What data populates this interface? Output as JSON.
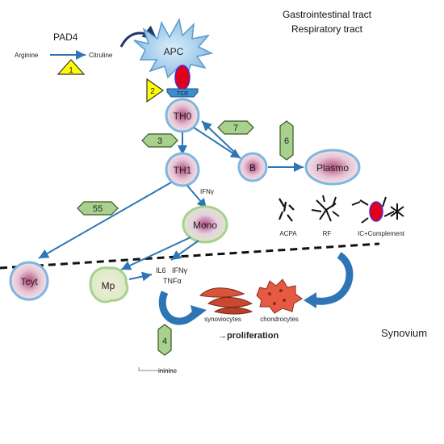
{
  "header": {
    "site_line1": "Gastrointestinal tract",
    "site_line2": "Respiratory tract"
  },
  "enzyme": {
    "name": "PAD4",
    "substrate": "Arginine",
    "product": "Citruline"
  },
  "cells": {
    "apc": "APC",
    "tcr": "TCR",
    "th0": "TH0",
    "th1": "TH1",
    "b": "B",
    "plasmo": "Plasmo",
    "mono": "Mono",
    "tcyt": "Tcyt",
    "mp": "Mp"
  },
  "steps": {
    "s1": "1",
    "s2": "2",
    "s3": "3",
    "s4": "4",
    "s5": "55",
    "s6": "6",
    "s7": "7"
  },
  "cytokines": {
    "ifng_th1": "IFNγ",
    "il6": "IL6",
    "ifng_mp": "IFNγ",
    "tnfa": "TNFα"
  },
  "antibodies": {
    "acpa": "ACPA",
    "rf": "RF",
    "ic": "IC+Complement"
  },
  "synovium": {
    "label": "Synovium",
    "synoviocytes": "synoviocytes",
    "chondrocytes": "chondrocytes",
    "proliferation": "→proliferation"
  },
  "footnote": "ininine",
  "colors": {
    "arrow": "#2e75b6",
    "hex_step": "#a9d18e",
    "triangle_step": "#ffff00",
    "apc": "#9dc3e6",
    "cell_pink": "#e8c9d4",
    "mhc_red": "#e0001b",
    "tcr_blue": "#3b8fd0"
  }
}
